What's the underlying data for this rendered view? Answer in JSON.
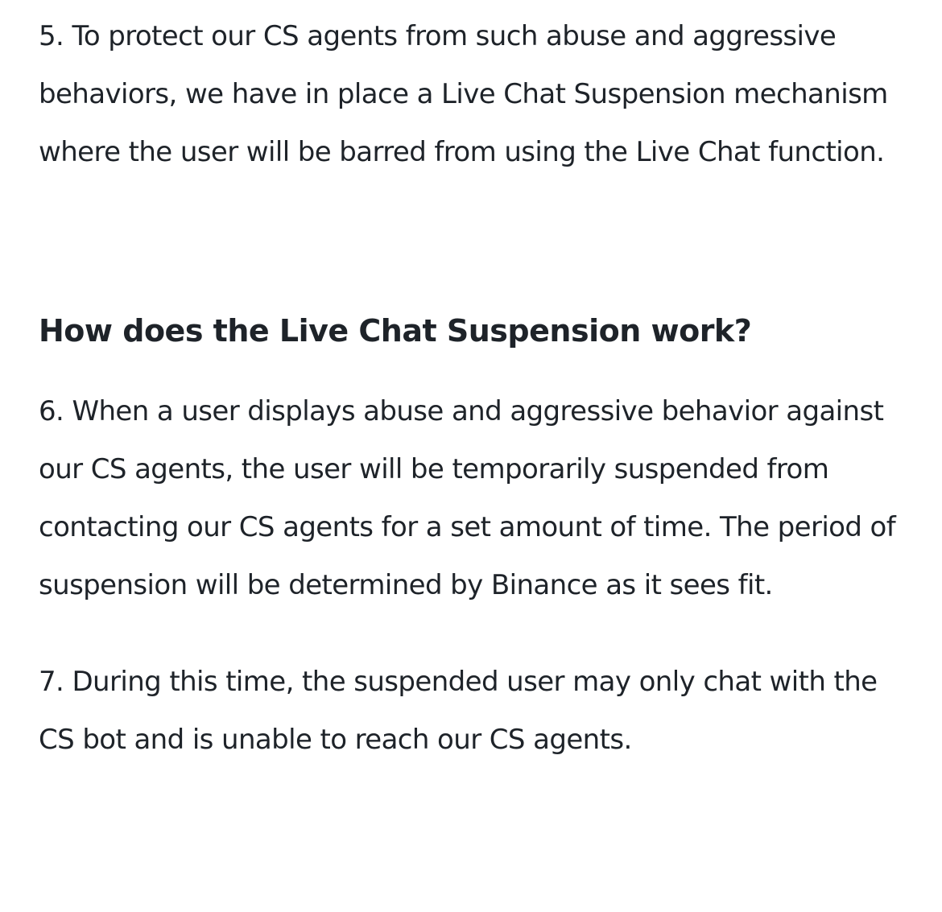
{
  "article": {
    "para_5": "5. To protect our CS agents from such abuse and aggressive behaviors, we have in place a Live Chat Suspension mechanism where the user will be barred from using the Live Chat function.",
    "heading": "How does the Live Chat Suspension work?",
    "para_6": "6. When a user displays abuse and aggressive behavior against our CS agents, the user will be temporarily suspended from contacting our CS agents for a set amount of time. The period of suspension will be determined by Binance as it sees fit.",
    "para_7": "7. During this time, the suspended user may only chat with the CS bot and is unable to reach our CS agents."
  }
}
